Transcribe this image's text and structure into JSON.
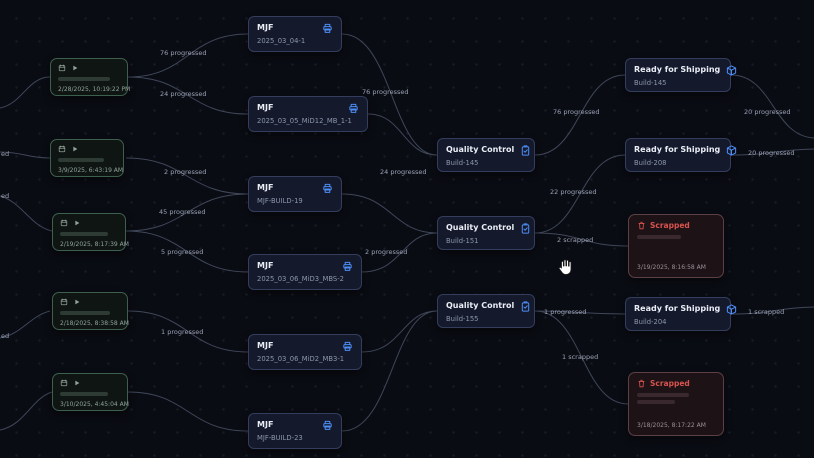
{
  "app": {
    "name": "production flow graph"
  },
  "colors": {
    "background": "#0a0c13",
    "edge": "#3f4759",
    "accent_blue": "#4d8df6",
    "accent_green": "#3d604e",
    "accent_red": "#d9534f",
    "node_bg": "#141a2c",
    "node_border": "#333d5e"
  },
  "icons": {
    "mjf": "printer-icon",
    "quality": "clipboard-icon",
    "shipping": "package-icon",
    "scrapped": "trash-icon",
    "source": [
      "calendar-icon",
      "play-icon"
    ],
    "cursor": "hand-cursor"
  },
  "nodes": {
    "sources": [
      {
        "timestamp": "2/28/2025, 10:19:22 PM"
      },
      {
        "timestamp": "3/9/2025, 6:43:19 AM"
      },
      {
        "timestamp": "2/19/2025, 8:17:39 AM"
      },
      {
        "timestamp": "2/18/2025, 8:38:58 AM"
      },
      {
        "timestamp": "3/10/2025, 4:45:04 AM"
      }
    ],
    "mjf": [
      {
        "title": "MJF",
        "subtitle": "2025_03_04-1"
      },
      {
        "title": "MJF",
        "subtitle": "2025_03_05_MiD12_MB_1-1"
      },
      {
        "title": "MJF",
        "subtitle": "MJF-BUILD-19"
      },
      {
        "title": "MJF",
        "subtitle": "2025_03_06_MiD3_MBS-2"
      },
      {
        "title": "MJF",
        "subtitle": "2025_03_06_MiD2_MB3-1"
      },
      {
        "title": "MJF",
        "subtitle": "MJF-BUILD-23"
      }
    ],
    "quality": [
      {
        "title": "Quality Control",
        "subtitle": "Build-145"
      },
      {
        "title": "Quality Control",
        "subtitle": "Build-151"
      },
      {
        "title": "Quality Control",
        "subtitle": "Build-155"
      }
    ],
    "shipping": [
      {
        "title": "Ready for Shipping",
        "subtitle": "Build-145"
      },
      {
        "title": "Ready for Shipping",
        "subtitle": "Build-208"
      },
      {
        "title": "Ready for Shipping",
        "subtitle": "Build-204"
      }
    ],
    "scrapped": [
      {
        "title": "Scrapped",
        "timestamp": "3/19/2025, 8:16:58 AM"
      },
      {
        "title": "Scrapped",
        "timestamp": "3/18/2025, 8:17:22 AM"
      }
    ]
  },
  "edge_labels": [
    "76 progressed",
    "24 progressed",
    "2 progressed",
    "45 progressed",
    "5 progressed",
    "1 progressed",
    "76 progressed",
    "24 progressed",
    "2 progressed",
    "76 progressed",
    "22 progressed",
    "2 scrapped",
    "1 progressed",
    "1 scrapped",
    "20 progressed",
    "20 progressed",
    "1 scrapped",
    "ed",
    "ed",
    "ed"
  ]
}
